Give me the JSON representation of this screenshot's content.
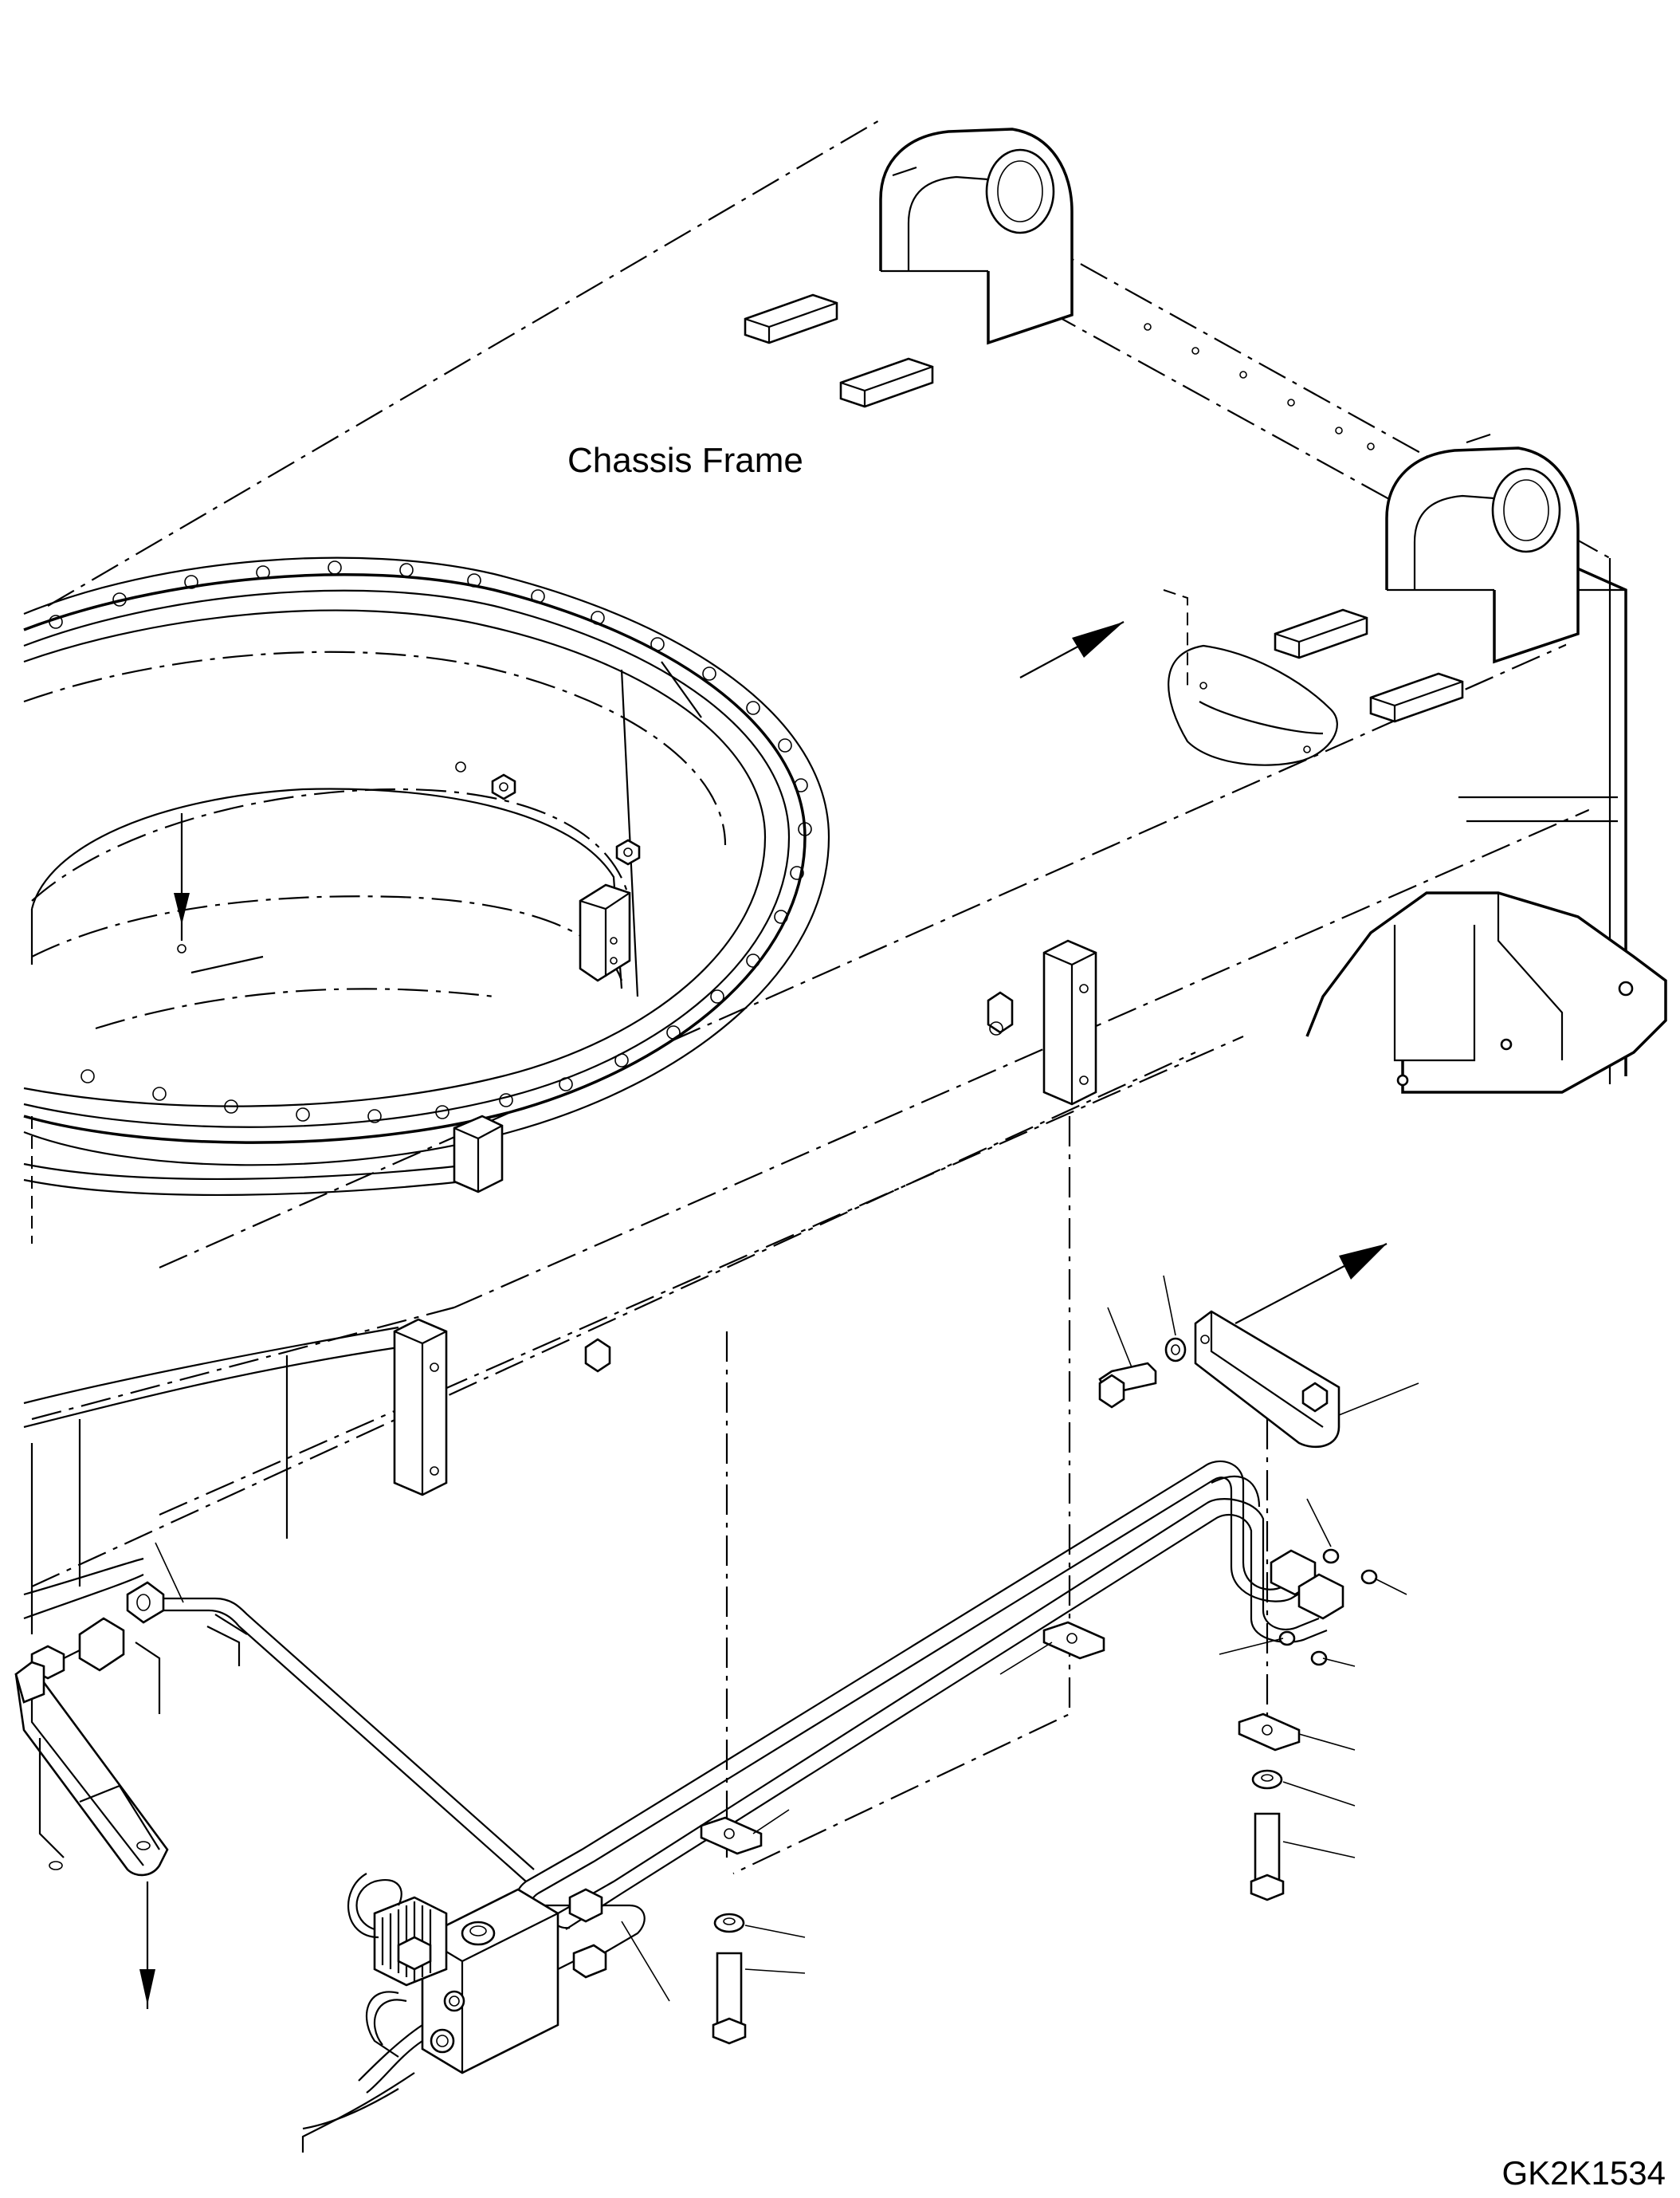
{
  "diagram": {
    "title_label": "Chassis Frame",
    "drawing_code": "GK2K1534",
    "components": [
      {
        "name": "chassis-frame"
      },
      {
        "name": "slewing-ring"
      },
      {
        "name": "hydraulic-tube-assembly"
      },
      {
        "name": "valve-block"
      },
      {
        "name": "tube-clamp-bracket"
      },
      {
        "name": "rear-bracket-plate"
      },
      {
        "name": "bolt"
      },
      {
        "name": "washer"
      },
      {
        "name": "o-ring"
      },
      {
        "name": "elbow-fitting"
      },
      {
        "name": "clip"
      }
    ]
  }
}
